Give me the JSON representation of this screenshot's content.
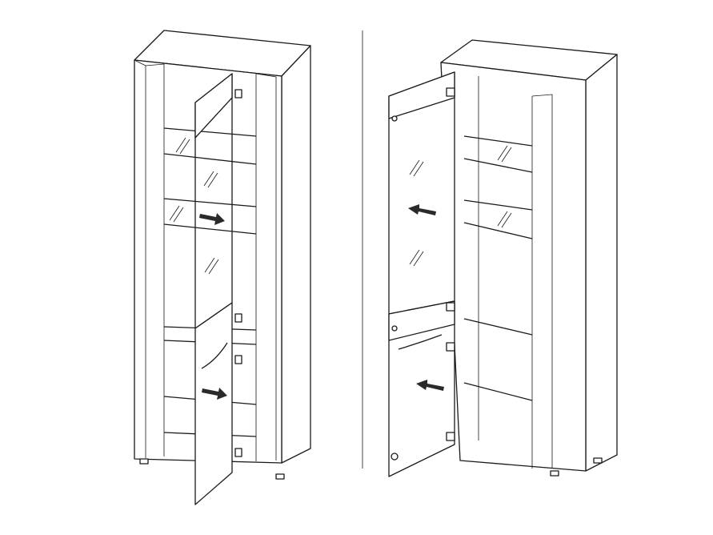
{
  "diagram": {
    "views": [
      {
        "id": "left-view",
        "door_opening_direction": "right"
      },
      {
        "id": "right-view",
        "door_opening_direction": "left"
      }
    ],
    "colors": {
      "line": "#1a1a1a",
      "background": "#ffffff",
      "arrow": "#2a2a2a"
    }
  }
}
